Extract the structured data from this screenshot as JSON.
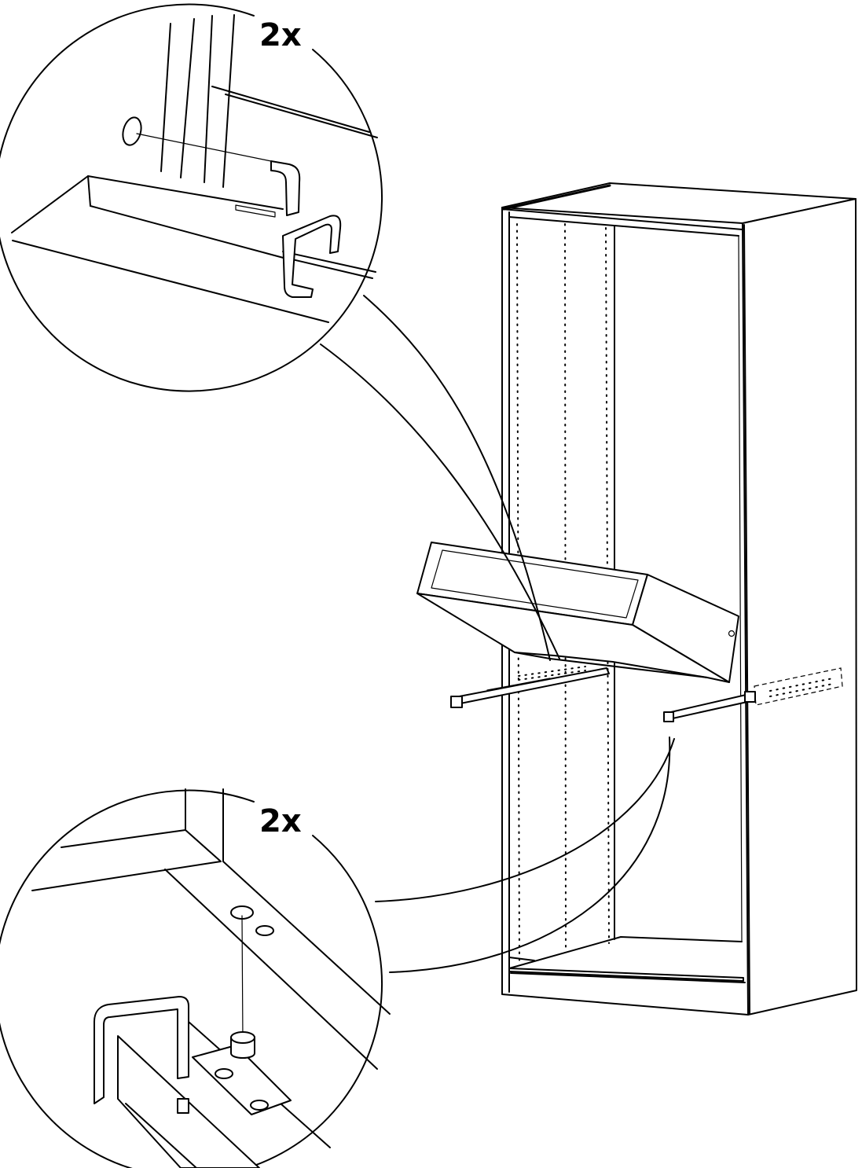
{
  "step": {
    "detail_top": {
      "quantity_label": "2x"
    },
    "detail_bottom": {
      "quantity_label": "2x"
    }
  },
  "colors": {
    "line": "#000000",
    "background": "#ffffff"
  },
  "icons": [
    "wardrobe-frame",
    "drawer",
    "drawer-runner",
    "clip-bracket",
    "pin"
  ]
}
